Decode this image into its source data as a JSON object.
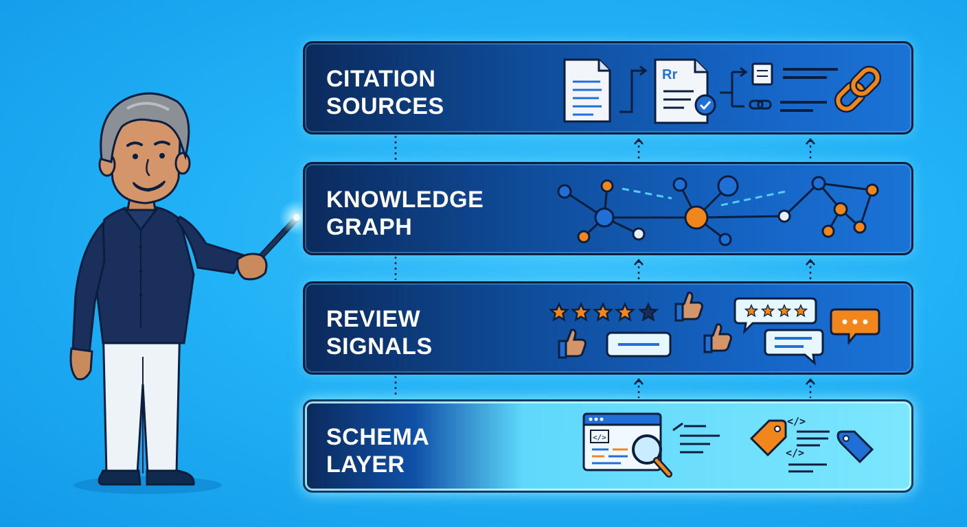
{
  "layers": [
    {
      "id": "citation",
      "line1": "CITATION",
      "line2": "SOURCES"
    },
    {
      "id": "knowledge",
      "line1": "KNOWLEDGE",
      "line2": "GRAPH"
    },
    {
      "id": "review",
      "line1": "REVIEW",
      "line2": "SIGNALS"
    },
    {
      "id": "schema",
      "line1": "SCHEMA",
      "line2": "LAYER"
    }
  ],
  "icons": {
    "document_badge_text": "Rr",
    "code_tag_text": "</>"
  },
  "colors": {
    "panel_dark": "#0b2a5c",
    "panel_mid": "#1565c6",
    "highlight_panel": "#7ce6fe",
    "accent_orange": "#f0861c",
    "accent_blue": "#1f6fd6",
    "outline": "#0b1e3d",
    "background": "#22b2f6"
  },
  "rating": {
    "review_stars_filled": 4,
    "review_stars_total": 5,
    "bubble_stars": 4
  }
}
